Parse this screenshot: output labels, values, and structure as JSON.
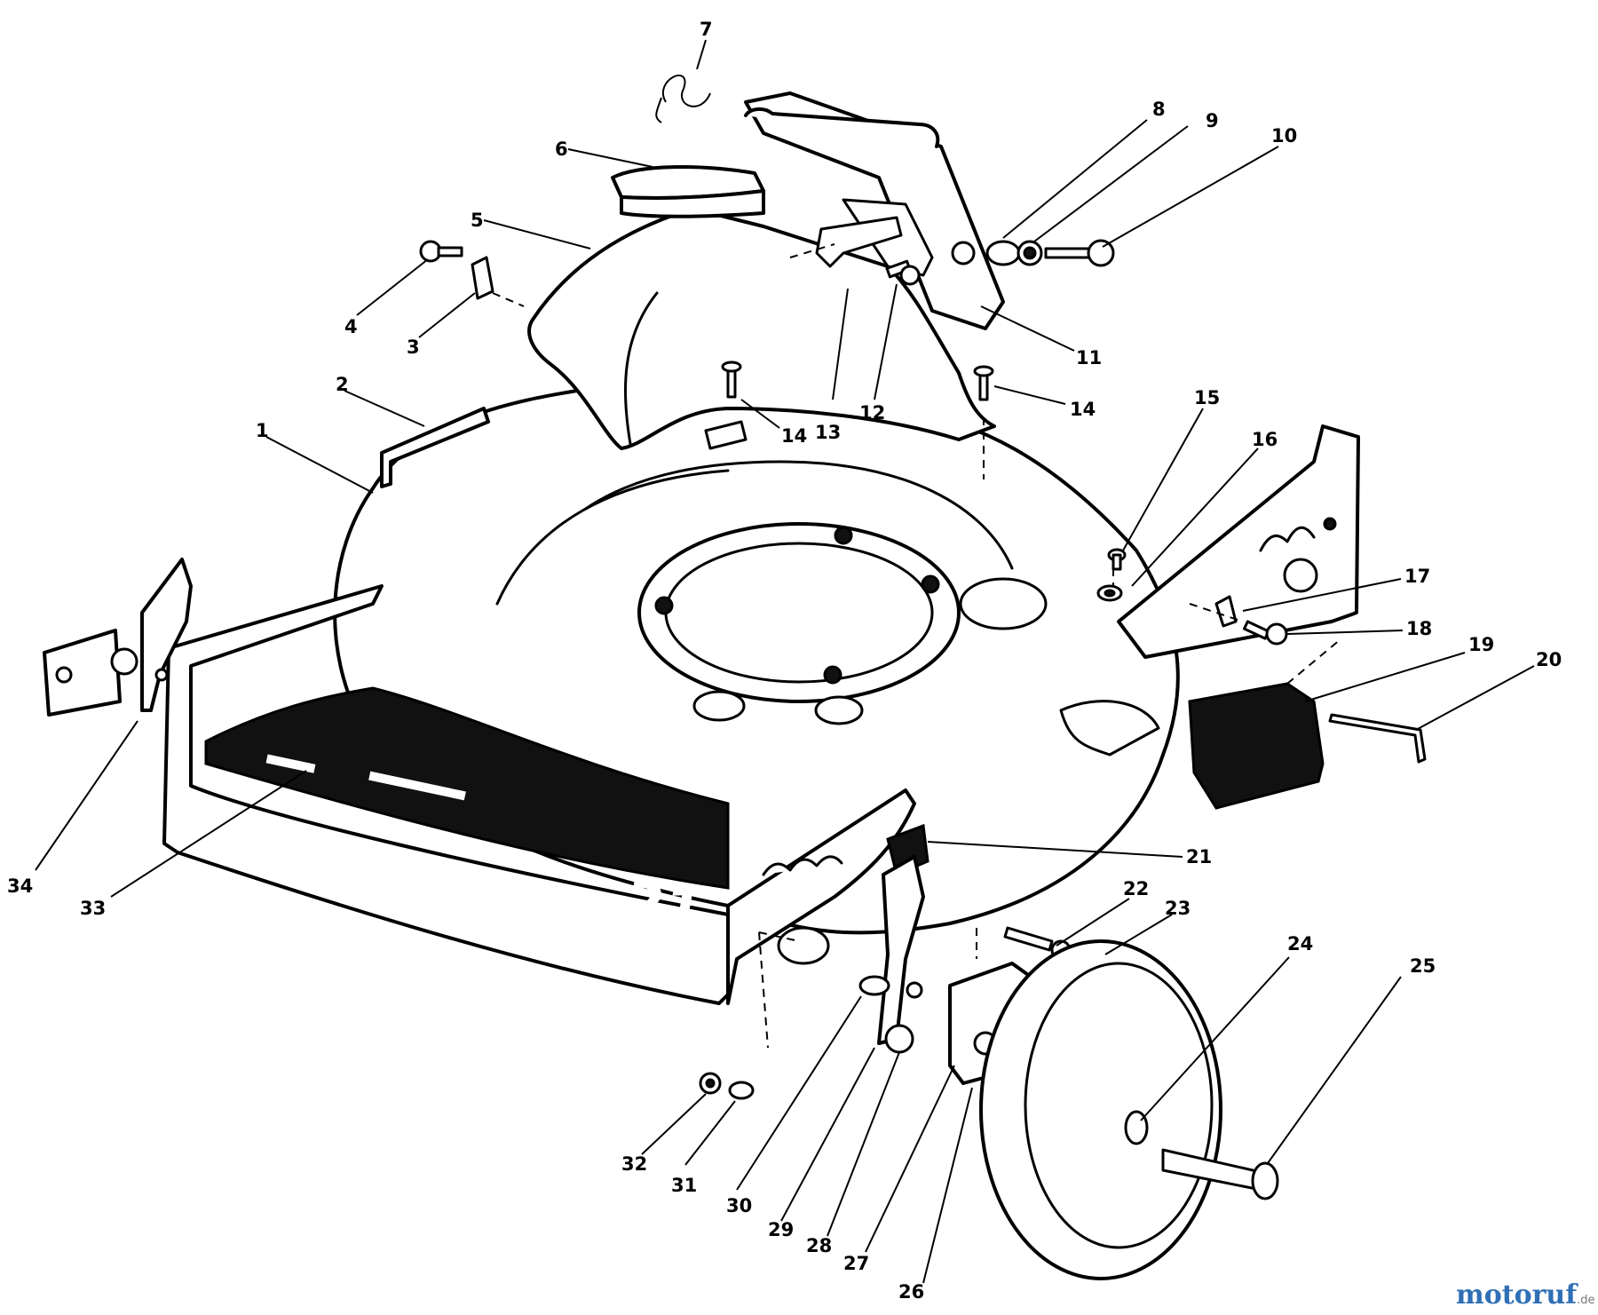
{
  "diagram": {
    "decal_text": "21",
    "callouts": [
      "1",
      "2",
      "3",
      "4",
      "5",
      "6",
      "7",
      "8",
      "9",
      "10",
      "11",
      "12",
      "13",
      "14",
      "14",
      "15",
      "16",
      "17",
      "18",
      "19",
      "20",
      "21",
      "22",
      "23",
      "24",
      "25",
      "26",
      "27",
      "28",
      "29",
      "30",
      "31",
      "32",
      "33",
      "34"
    ]
  },
  "watermark": {
    "brand_main": "motoruf",
    "brand_tld": ".de",
    "colors": {
      "primary": "#2f6fb5",
      "accent": "#e0902a"
    }
  }
}
